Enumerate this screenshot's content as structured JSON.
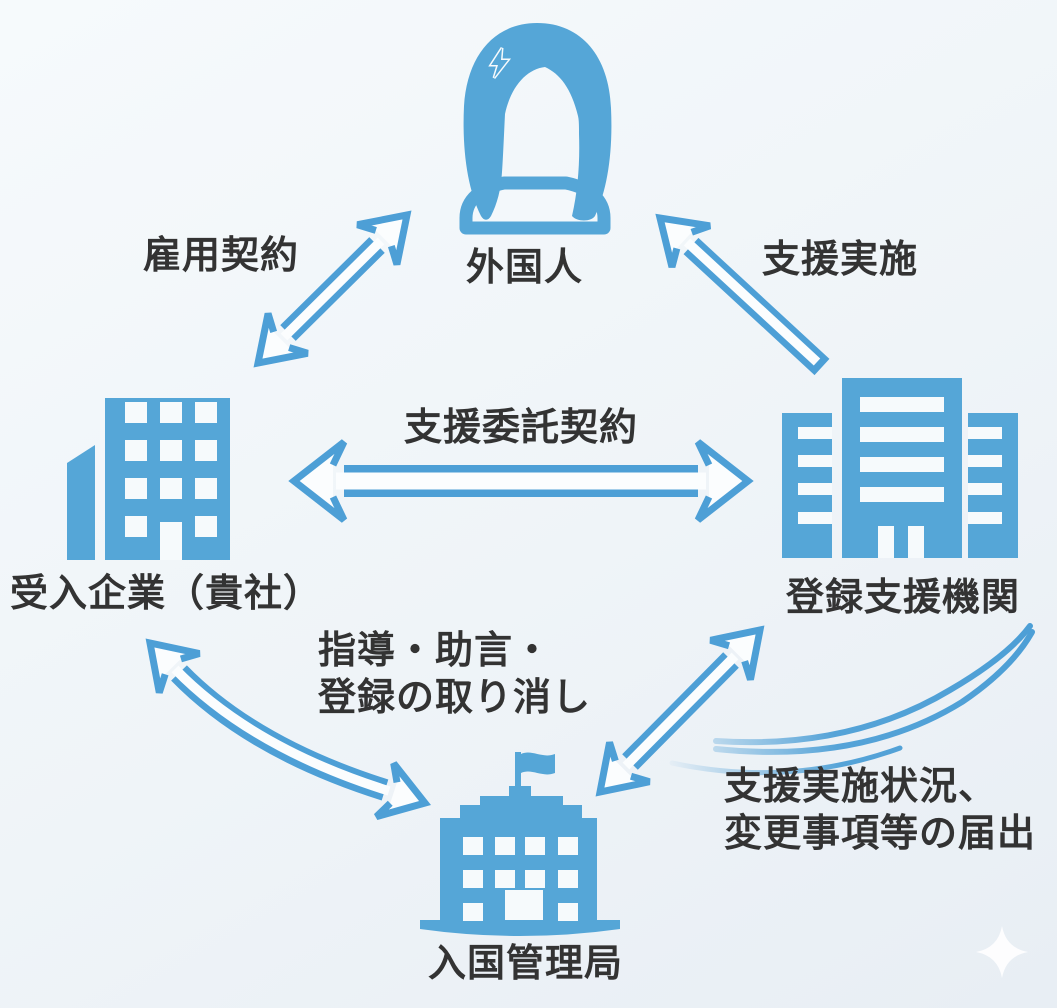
{
  "diagram": {
    "nodes": {
      "foreigner": {
        "label": "外国人",
        "icon": "person-woman-icon"
      },
      "accepting_company": {
        "label": "受入企業（貴社）",
        "icon": "office-building-icon"
      },
      "support_organization": {
        "label": "登録支援機関",
        "icon": "office-complex-icon"
      },
      "immigration_bureau": {
        "label": "入国管理局",
        "icon": "government-building-flag-icon"
      }
    },
    "edges": {
      "employment_contract": {
        "label": "雇用契約",
        "between": "accepting_company ↔ foreigner",
        "style": "double-arrow"
      },
      "support_implementation": {
        "label": "支援実施",
        "between": "support_organization → foreigner",
        "style": "single-arrow"
      },
      "support_consignment_contract": {
        "label": "支援委託契約",
        "between": "accepting_company ↔ support_organization",
        "style": "double-arrow"
      },
      "guidance": {
        "label_line1": "指導・助言・",
        "label_line2": "登録の取り消し",
        "between": "immigration_bureau ↔ accepting_company",
        "style": "curved-double-arrow"
      },
      "notification": {
        "label_line1": "支援実施状況、",
        "label_line2": "変更事項等の届出",
        "between": "support_organization ↔ immigration_bureau",
        "style": "double-arrow-with-swoosh"
      }
    },
    "colors": {
      "icon_blue": "#55a6d7",
      "arrow_blue": "#4d9fd6",
      "text": "#333333",
      "background": "#eff4f8",
      "sparkle": "#fdfdfe"
    }
  }
}
